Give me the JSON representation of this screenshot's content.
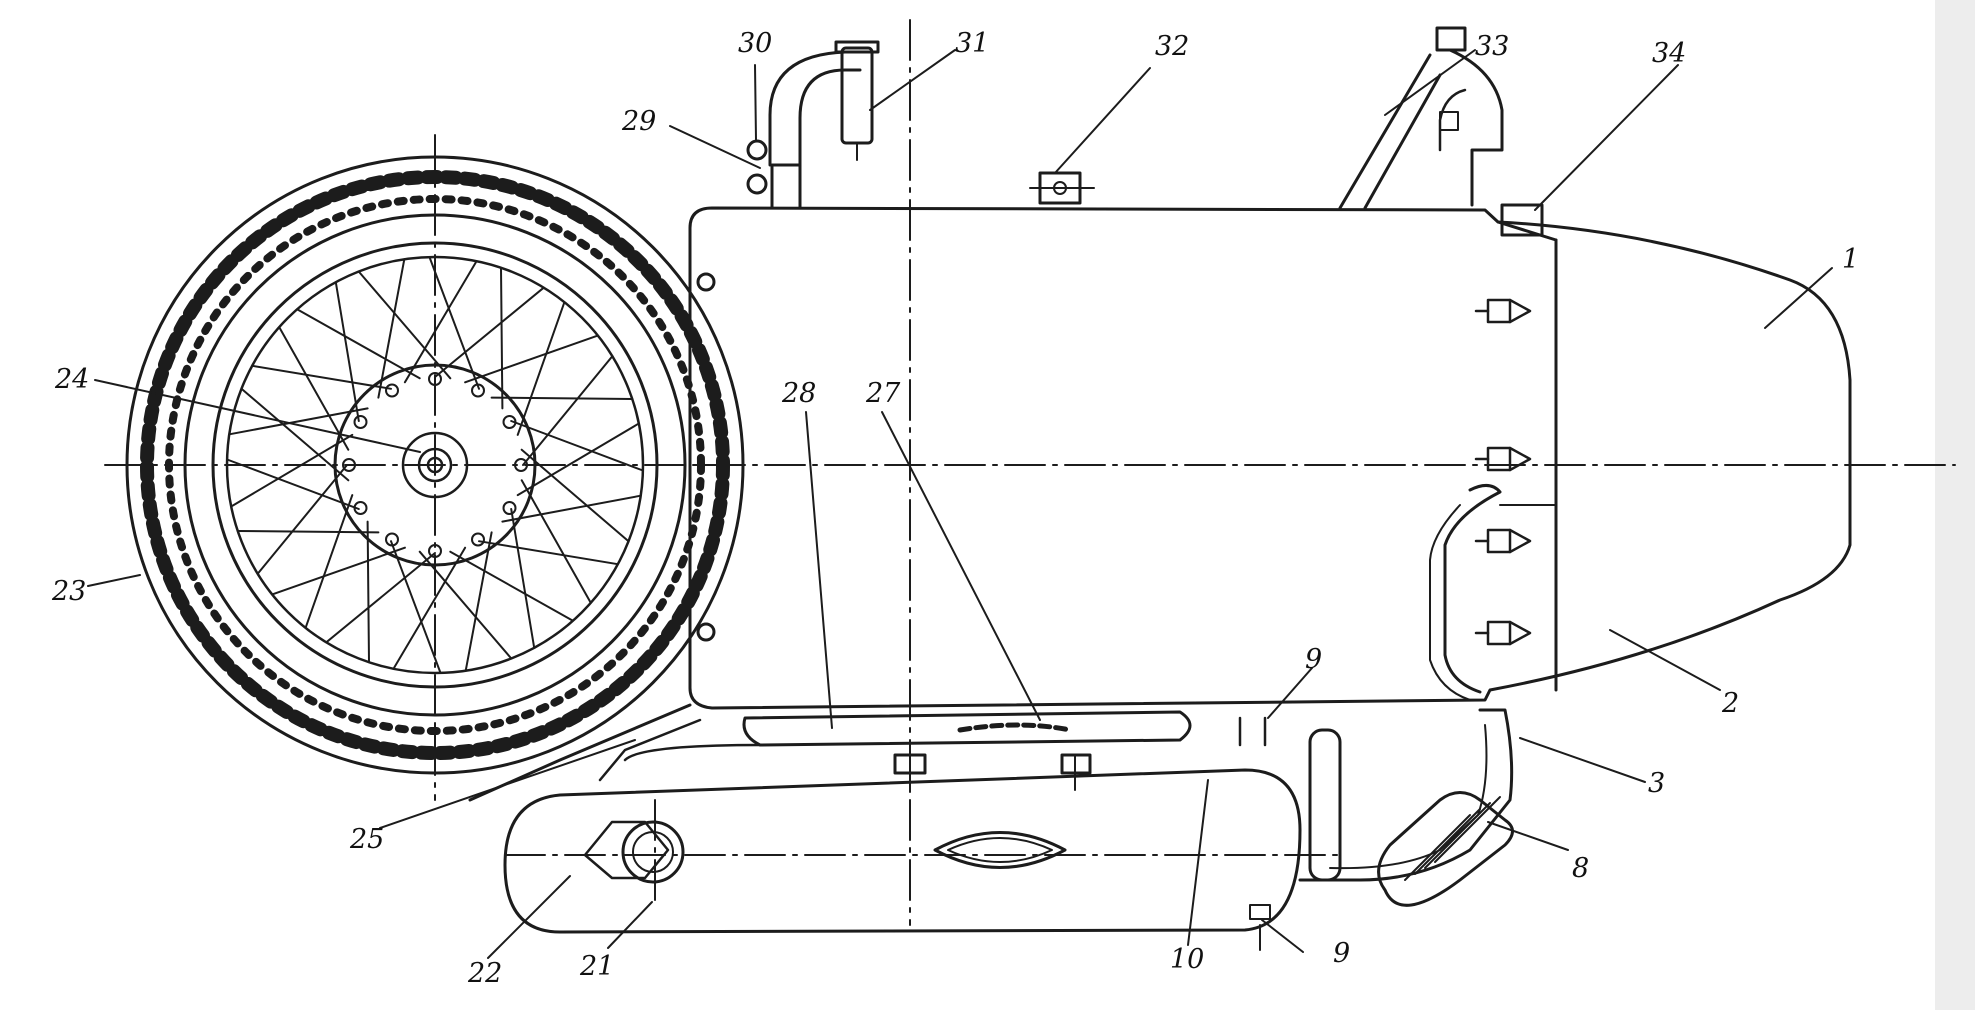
{
  "figure": {
    "background_color": "#ffffff",
    "ink_color": "#1c1c1c",
    "callouts": [
      "1",
      "2",
      "3",
      "8",
      "9",
      "9",
      "10",
      "21",
      "22",
      "23",
      "24",
      "25",
      "27",
      "28",
      "29",
      "30",
      "31",
      "32",
      "33",
      "34"
    ]
  },
  "labels": {
    "l1": "1",
    "l2": "2",
    "l3": "3",
    "l8": "8",
    "l9a": "9",
    "l9b": "9",
    "l10": "10",
    "l21": "21",
    "l22": "22",
    "l23": "23",
    "l24": "24",
    "l25": "25",
    "l27": "27",
    "l28": "28",
    "l29": "29",
    "l30": "30",
    "l31": "31",
    "l32": "32",
    "l33": "33",
    "l34": "34"
  }
}
